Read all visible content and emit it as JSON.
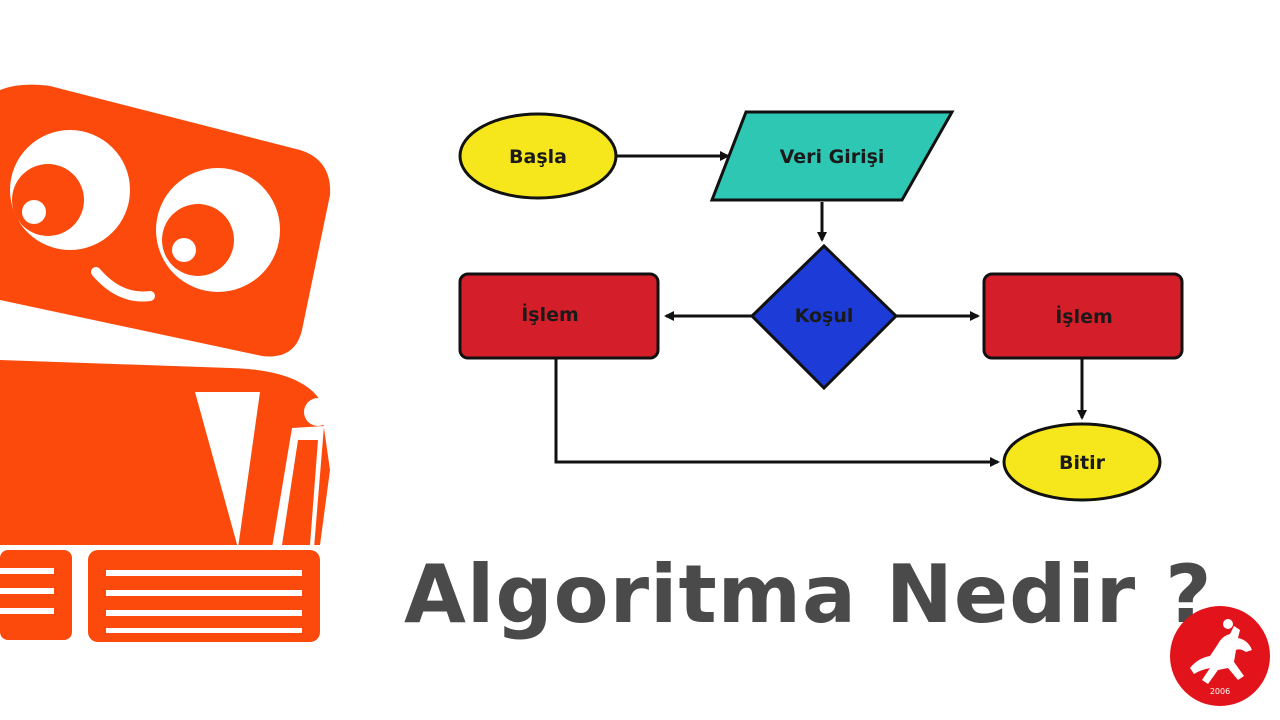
{
  "diagram": {
    "nodes": {
      "start": "Başla",
      "input": "Veri Girişi",
      "condition": "Koşul",
      "process_left": "İşlem",
      "process_right": "İşlem",
      "end": "Bitir"
    },
    "colors": {
      "terminal": "#f6e71c",
      "input": "#2ec7b3",
      "condition": "#1d3bd6",
      "process": "#d41f2a"
    }
  },
  "headline": "Algoritma Nedir ?",
  "logo": {
    "year": "2006",
    "color": "#e3131b"
  },
  "mascot": {
    "color": "#fb4a0b"
  }
}
